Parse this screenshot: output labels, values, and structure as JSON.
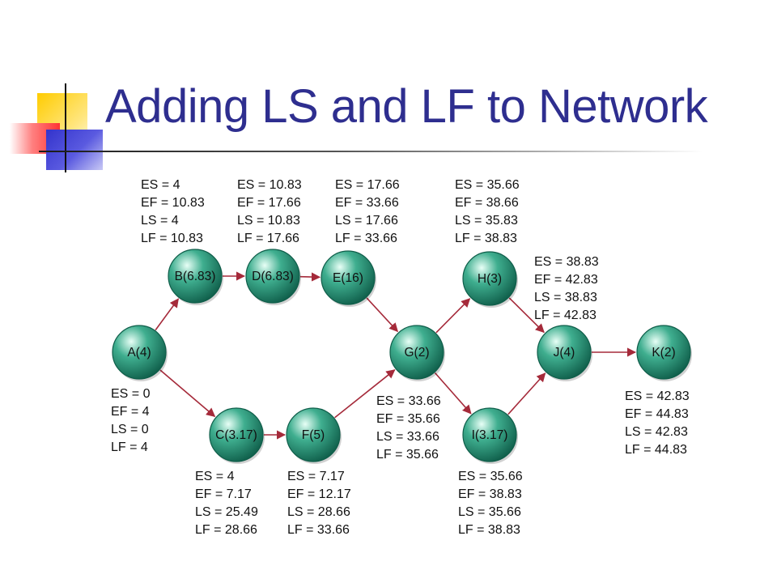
{
  "slide": {
    "title": "Adding LS and LF to Network",
    "title_color": "#2e2e8f"
  },
  "colors": {
    "node_fill": "#3fae8f",
    "node_dark": "#0f5e4a",
    "node_highlight": "#e8fff6",
    "arrow": "#a52a3a",
    "deco_yellow": "#ffcc00",
    "deco_red": "#ff3333",
    "deco_blue": "#3333cc"
  },
  "nodes": [
    {
      "id": "A",
      "label": "A(4)"
    },
    {
      "id": "B",
      "label": "B(6.83)"
    },
    {
      "id": "C",
      "label": "C(3.17)"
    },
    {
      "id": "D",
      "label": "D(6.83)"
    },
    {
      "id": "E",
      "label": "E(16)"
    },
    {
      "id": "F",
      "label": "F(5)"
    },
    {
      "id": "G",
      "label": "G(2)"
    },
    {
      "id": "H",
      "label": "H(3)"
    },
    {
      "id": "I",
      "label": "I(3.17)"
    },
    {
      "id": "J",
      "label": "J(4)"
    },
    {
      "id": "K",
      "label": "K(2)"
    }
  ],
  "edges": [
    {
      "from": "A",
      "to": "B"
    },
    {
      "from": "A",
      "to": "C"
    },
    {
      "from": "B",
      "to": "D"
    },
    {
      "from": "D",
      "to": "E"
    },
    {
      "from": "C",
      "to": "F"
    },
    {
      "from": "E",
      "to": "G"
    },
    {
      "from": "F",
      "to": "G"
    },
    {
      "from": "G",
      "to": "H"
    },
    {
      "from": "G",
      "to": "I"
    },
    {
      "from": "H",
      "to": "J"
    },
    {
      "from": "I",
      "to": "J"
    },
    {
      "from": "J",
      "to": "K"
    }
  ],
  "time_labels": {
    "A": [
      "ES = 0",
      "EF = 4",
      "LS = 0",
      "LF = 4"
    ],
    "B": [
      "ES = 4",
      "EF = 10.83",
      "LS = 4",
      "LF = 10.83"
    ],
    "C": [
      "ES = 4",
      "EF = 7.17",
      "LS = 25.49",
      "LF = 28.66"
    ],
    "D": [
      "ES = 10.83",
      "EF = 17.66",
      "LS = 10.83",
      "LF = 17.66"
    ],
    "E": [
      "ES = 17.66",
      "EF = 33.66",
      "LS = 17.66",
      "LF = 33.66"
    ],
    "F": [
      "ES = 7.17",
      "EF = 12.17",
      "LS = 28.66",
      "LF = 33.66"
    ],
    "G": [
      "ES = 33.66",
      "EF = 35.66",
      "LS = 33.66",
      "LF = 35.66"
    ],
    "H": [
      "ES = 35.66",
      "EF = 38.66",
      "LS = 35.83",
      "LF = 38.83"
    ],
    "I": [
      "ES = 35.66",
      "EF = 38.83",
      "LS = 35.66",
      "LF = 38.83"
    ],
    "J": [
      "ES = 38.83",
      "EF = 42.83",
      "LS = 38.83",
      "LF = 42.83"
    ],
    "K": [
      "ES = 42.83",
      "EF = 44.83",
      "LS = 42.83",
      "LF = 44.83"
    ]
  }
}
